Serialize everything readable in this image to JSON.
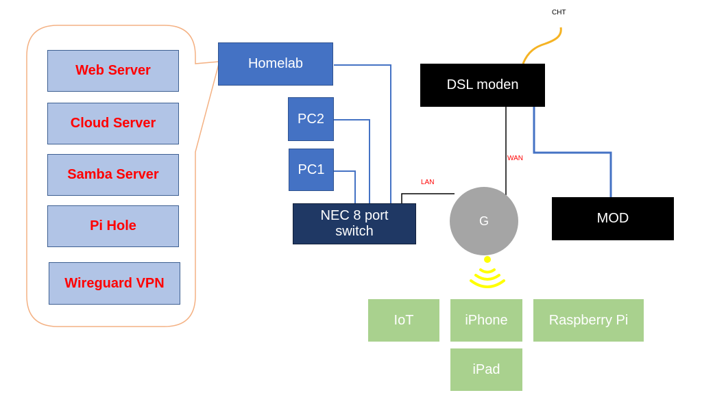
{
  "services": [
    "Web Server",
    "Cloud Server",
    "Samba Server",
    "Pi Hole",
    "Wireguard VPN"
  ],
  "nodes": {
    "homelab": "Homelab",
    "pc2": "PC2",
    "pc1": "PC1",
    "switch_line1": "NEC 8 port",
    "switch_line2": "switch",
    "dsl": "DSL moden",
    "router": "G",
    "mod": "MOD"
  },
  "labels": {
    "cht": "CHT",
    "lan": "LAN",
    "wan": "WAN"
  },
  "wireless_devices": [
    "IoT",
    "iPhone",
    "Raspberry Pi",
    "iPad"
  ],
  "colors": {
    "service_fill": "#b1c4e6",
    "service_text": "#ff0000",
    "callout_border": "#f4b183",
    "host_blue": "#4472c4",
    "switch_navy": "#1f3864",
    "router_gray": "#a5a5a5",
    "device_green": "#a9d18e",
    "wifi_yellow": "#ffff00",
    "cable_orange": "#f5b324",
    "link_blue": "#4472c4"
  }
}
